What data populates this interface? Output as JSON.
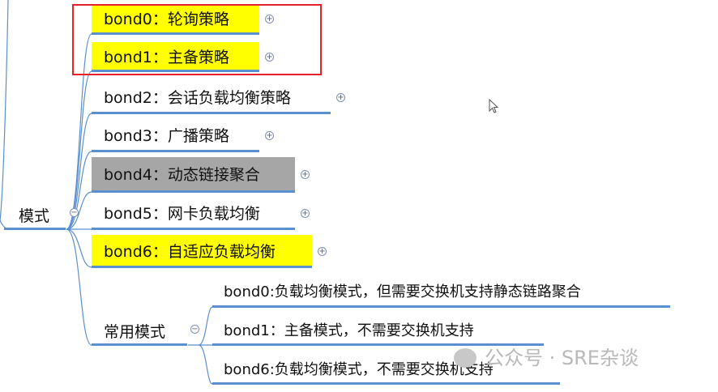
{
  "root": {
    "label": "模式"
  },
  "modes": [
    {
      "label": "bond0：轮询策略",
      "highlight": "#ffff00"
    },
    {
      "label": "bond1：主备策略",
      "highlight": "#ffff00"
    },
    {
      "label": "bond2：会话负载均衡策略",
      "highlight": ""
    },
    {
      "label": "bond3：广播策略",
      "highlight": ""
    },
    {
      "label": "bond4：动态链接聚合",
      "highlight": "#a6a6a6"
    },
    {
      "label": "bond5：网卡负载均衡",
      "highlight": ""
    },
    {
      "label": "bond6：自适应负载均衡",
      "highlight": "#ffff00"
    }
  ],
  "common": {
    "label": "常用模式",
    "items": [
      "bond0:负载均衡模式，但需要交换机支持静态链路聚合",
      "bond1：主备模式，不需要交换机支持",
      "bond6:负载均衡模式，不需要交换机支持"
    ]
  },
  "controls": {
    "expand": "+",
    "collapse": "−"
  },
  "watermark": "公众号 · SRE杂谈",
  "colors": {
    "line": "#5b8fd0",
    "selection": "#e8202a"
  }
}
